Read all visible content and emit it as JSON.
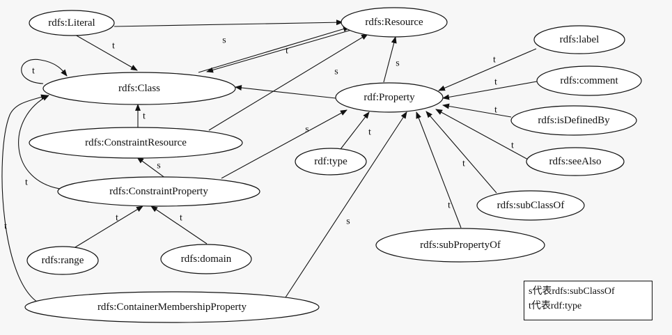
{
  "nodes": {
    "literal": "rdfs:Literal",
    "resource": "rdfs:Resource",
    "class": "rdfs:Class",
    "property": "rdf:Property",
    "label": "rdfs:label",
    "comment": "rdfs:comment",
    "isDefinedBy": "rdfs:isDefinedBy",
    "seeAlso": "rdfs:seeAlso",
    "subClassOf": "rdfs:subClassOf",
    "subPropertyOf": "rdfs:subPropertyOf",
    "constraintResource": "rdfs:ConstraintResource",
    "constraintProperty": "rdfs:ConstraintProperty",
    "type": "rdf:type",
    "range": "rdfs:range",
    "domain": "rdfs:domain",
    "containerMembershipProperty": "rdfs:ContainerMembershipProperty"
  },
  "edge_labels": {
    "s": "s",
    "t": "t"
  },
  "legend": {
    "line1": "s代表rdfs:subClassOf",
    "line2": "t代表rdf:type"
  }
}
